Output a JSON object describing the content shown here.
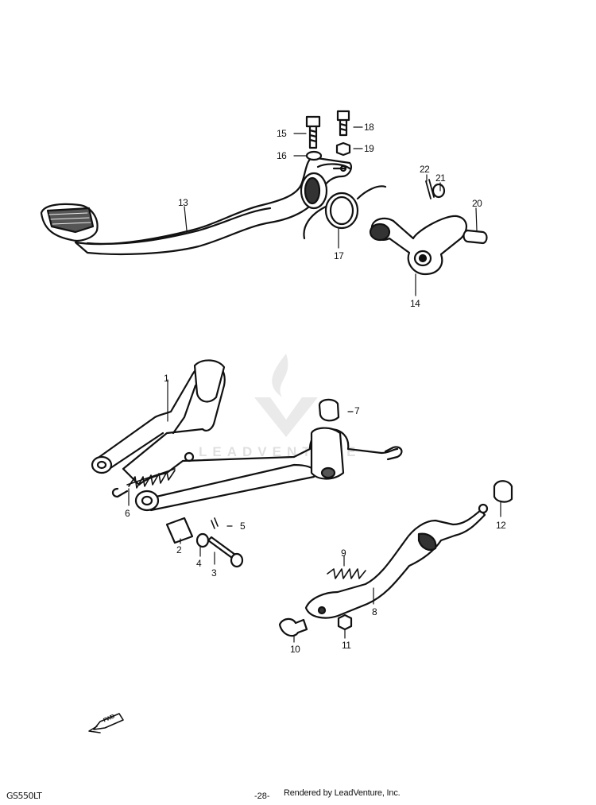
{
  "callouts": {
    "c1": "1",
    "c2": "2",
    "c3": "3",
    "c4": "4",
    "c5": "5",
    "c6": "6",
    "c7": "7",
    "c8": "8",
    "c9": "9",
    "c10": "10",
    "c11": "11",
    "c12": "12",
    "c13": "13",
    "c14": "14",
    "c15": "15",
    "c16": "16",
    "c17": "17",
    "c18": "18",
    "c19": "19",
    "c20": "20",
    "c21": "21",
    "c22": "22"
  },
  "fwd_label": "FWD",
  "footer": {
    "model_code": "GS550LT",
    "page_number": "-28-",
    "render_credit": "Rendered by LeadVenture, Inc."
  },
  "watermark": {
    "text": "LEADVENTURE"
  }
}
